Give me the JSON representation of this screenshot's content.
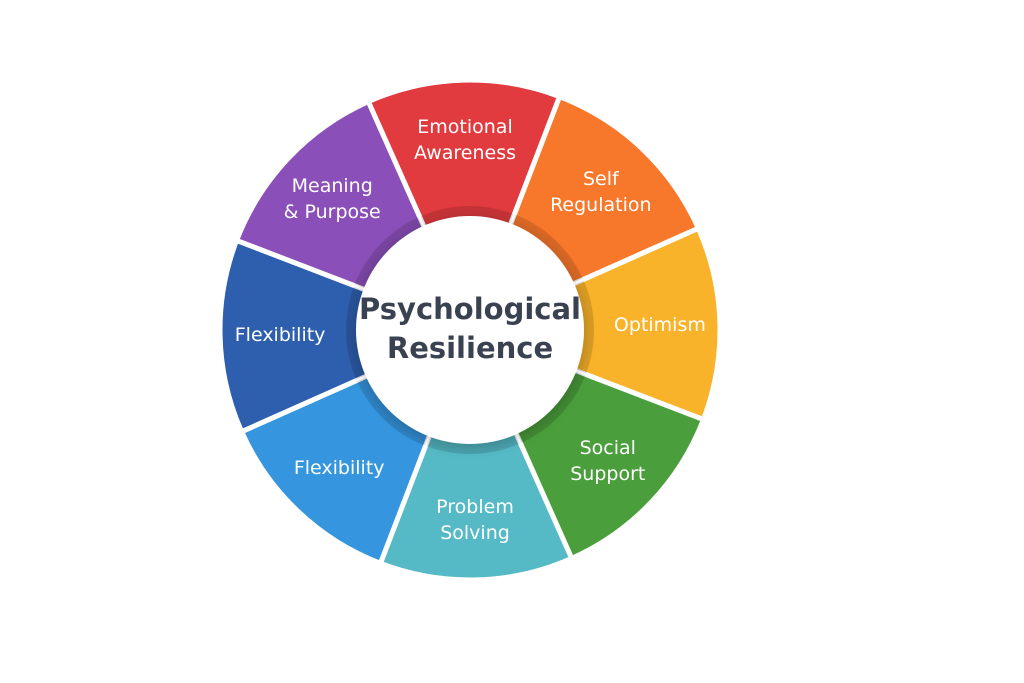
{
  "diagram": {
    "center": {
      "lines": [
        "Psychological",
        "Resilience"
      ]
    },
    "segments": [
      {
        "lines": [
          "Emotional",
          "Awareness"
        ],
        "color": "#E23B3F"
      },
      {
        "lines": [
          "Self",
          "Regulation"
        ],
        "color": "#F7772B"
      },
      {
        "lines": [
          "Optimism"
        ],
        "color": "#F9B32A"
      },
      {
        "lines": [
          "Social",
          "Support"
        ],
        "color": "#4A9E3B"
      },
      {
        "lines": [
          "Problem",
          "Solving"
        ],
        "color": "#55B9C6"
      },
      {
        "lines": [
          "Flexibility"
        ],
        "color": "#3596DF"
      },
      {
        "lines": [
          "Flexibility"
        ],
        "color": "#2E5FAE"
      },
      {
        "lines": [
          "Meaning",
          "& Purpose"
        ],
        "color": "#8A4FB8"
      }
    ]
  }
}
